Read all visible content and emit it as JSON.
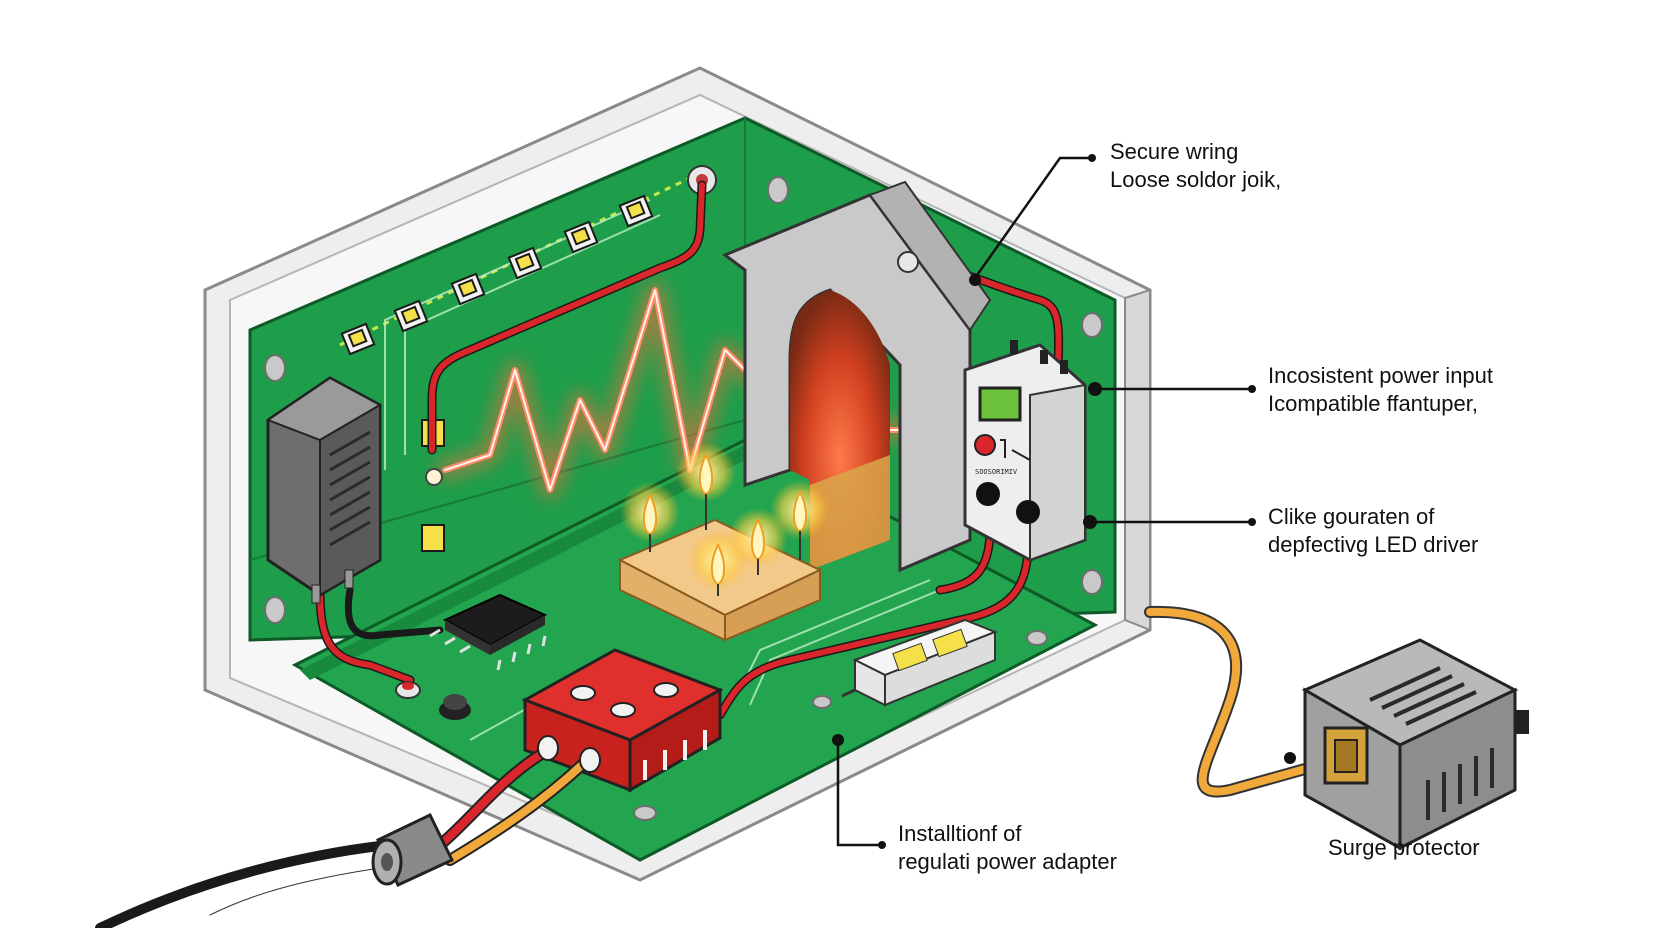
{
  "callouts": {
    "wiring": {
      "line1": "Secure wring",
      "line2": "Loose soldor joik,"
    },
    "power_input": {
      "line1": "Incosistent power input",
      "line2": "Icompatible ffantuper,"
    },
    "driver": {
      "line1": "Clike gouraten of",
      "line2": "depfectivg LED driver"
    },
    "adapter": {
      "line1": "Installtionf of",
      "line2": "regulati power adapter"
    },
    "surge": {
      "line1": "Surge protector"
    }
  },
  "device_labels": {
    "meter_text": "SOOSORIMIV"
  },
  "colors": {
    "board_green": "#1e9e4a",
    "enclosure": "#e9e9e9",
    "wire_red": "#d9262b",
    "wire_orange": "#f0a93a",
    "glow": "#ff6a3d",
    "led_yellow": "#f6e04a"
  }
}
